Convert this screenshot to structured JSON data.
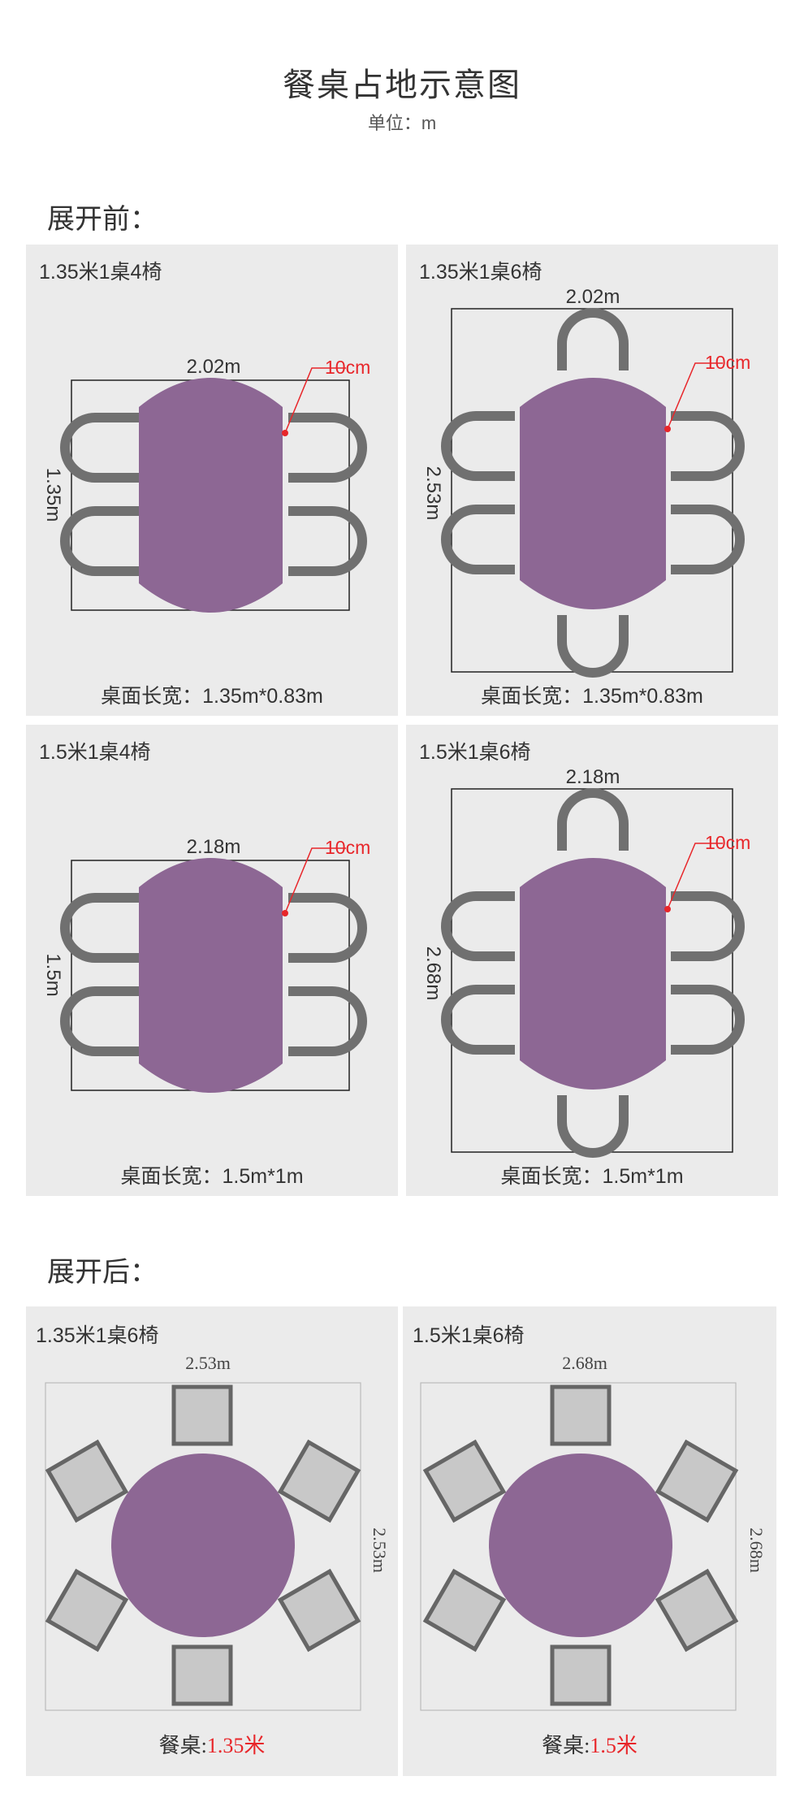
{
  "header": {
    "title": "餐桌占地示意图",
    "unit": "单位：m"
  },
  "sections": {
    "before": "展开前：",
    "after": "展开后："
  },
  "colors": {
    "table": "#8d6794",
    "chair": "#707070",
    "panel_bg": "#ebebeb",
    "accent_red": "#e8262a",
    "chair_fill_square": "#c8c8c8"
  },
  "before_panels": [
    {
      "label": "1.35米1桌4椅",
      "width": "2.02m",
      "depth": "1.35m",
      "gap": "10cm",
      "top_label": "桌面长宽：",
      "top_size": "1.35m*0.83m"
    },
    {
      "label": "1.35米1桌6椅",
      "width": "2.02m",
      "depth": "2.53m",
      "gap": "10cm",
      "top_label": "桌面长宽：",
      "top_size": "1.35m*0.83m"
    },
    {
      "label": "1.5米1桌4椅",
      "width": "2.18m",
      "depth": "1.5m",
      "gap": "10cm",
      "top_label": "桌面长宽：",
      "top_size": "1.5m*1m"
    },
    {
      "label": "1.5米1桌6椅",
      "width": "2.18m",
      "depth": "2.68m",
      "gap": "10cm",
      "top_label": "桌面长宽：",
      "top_size": "1.5m*1m"
    }
  ],
  "after_panels": [
    {
      "label": "1.35米1桌6椅",
      "width": "2.53m",
      "depth": "2.53m",
      "table_label": "餐桌:",
      "table_size": "1.35米"
    },
    {
      "label": "1.5米1桌6椅",
      "width": "2.68m",
      "depth": "2.68m",
      "table_label": "餐桌:",
      "table_size": "1.5米"
    }
  ]
}
